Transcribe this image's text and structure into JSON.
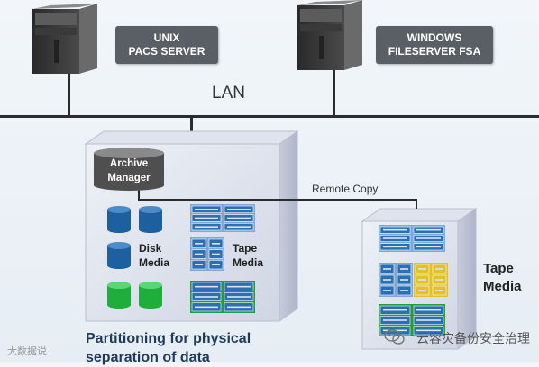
{
  "servers": {
    "unix": {
      "label": "UNIX\nPACS SERVER"
    },
    "windows": {
      "label": "WINDOWS\nFILESERVER FSA"
    }
  },
  "network": {
    "lan_label": "LAN"
  },
  "archive": {
    "label": "Archive\nManager",
    "disk_media_label": "Disk\nMedia",
    "tape_media_label": "Tape\nMedia"
  },
  "remote": {
    "link_label": "Remote Copy",
    "tape_media_label": "Tape\nMedia"
  },
  "footer": {
    "caption": "Partitioning for physical\nseparation of data"
  },
  "watermark": {
    "text": "大数据说"
  },
  "wechat": {
    "text": "云容灾备份安全治理"
  },
  "colors": {
    "disk_blue": "#1e5fa0",
    "disk_green": "#1fae3b",
    "tape_blue": "#2c6fb3",
    "tape_yellow": "#e2c12a",
    "tape_green": "#1e9e38",
    "label_box": "#5a5f66",
    "footer_text": "#1f3a5a"
  }
}
